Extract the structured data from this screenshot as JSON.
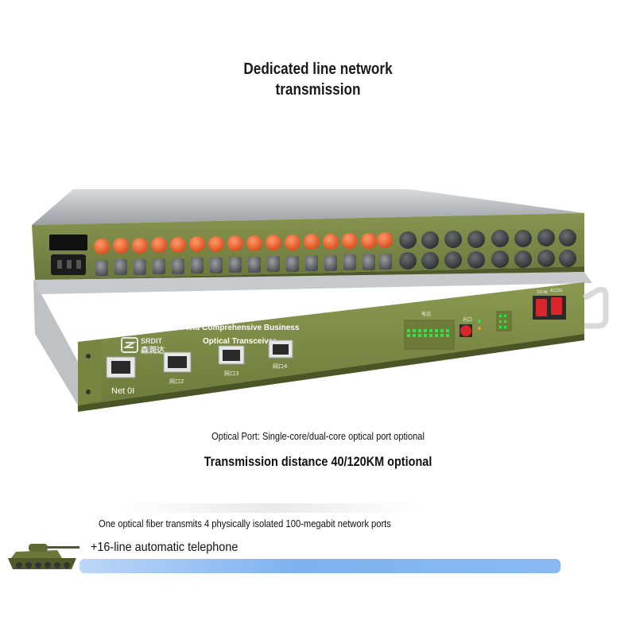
{
  "header": {
    "line1": "Dedicated line network",
    "line2": "transmission"
  },
  "device": {
    "brand_text": "SRDIT",
    "brand_cn": "森润达",
    "product_line1": "Field Comprehensive Business",
    "product_line2": "Optical Transceiver",
    "net_port_label": "Net 0I",
    "port2_label": "网口2",
    "port3_label": "网口3",
    "port4_label": "网口4",
    "phone_label": "电话",
    "optical_label": "光口",
    "power_dc": "DC48",
    "power_ac": "AC220"
  },
  "captions": {
    "optical_port": "Optical Port: Single-core/dual-core optical port optional",
    "distance": "Transmission distance 40/120KM optional"
  },
  "banner": {
    "line1": "One optical fiber transmits 4 physically isolated 100-megabit network ports",
    "line2": "+16-line automatic telephone"
  },
  "colors": {
    "panel_green": "#7b8a45",
    "port_orange": "#e8602a",
    "banner_blue": "#7fb2ef"
  }
}
